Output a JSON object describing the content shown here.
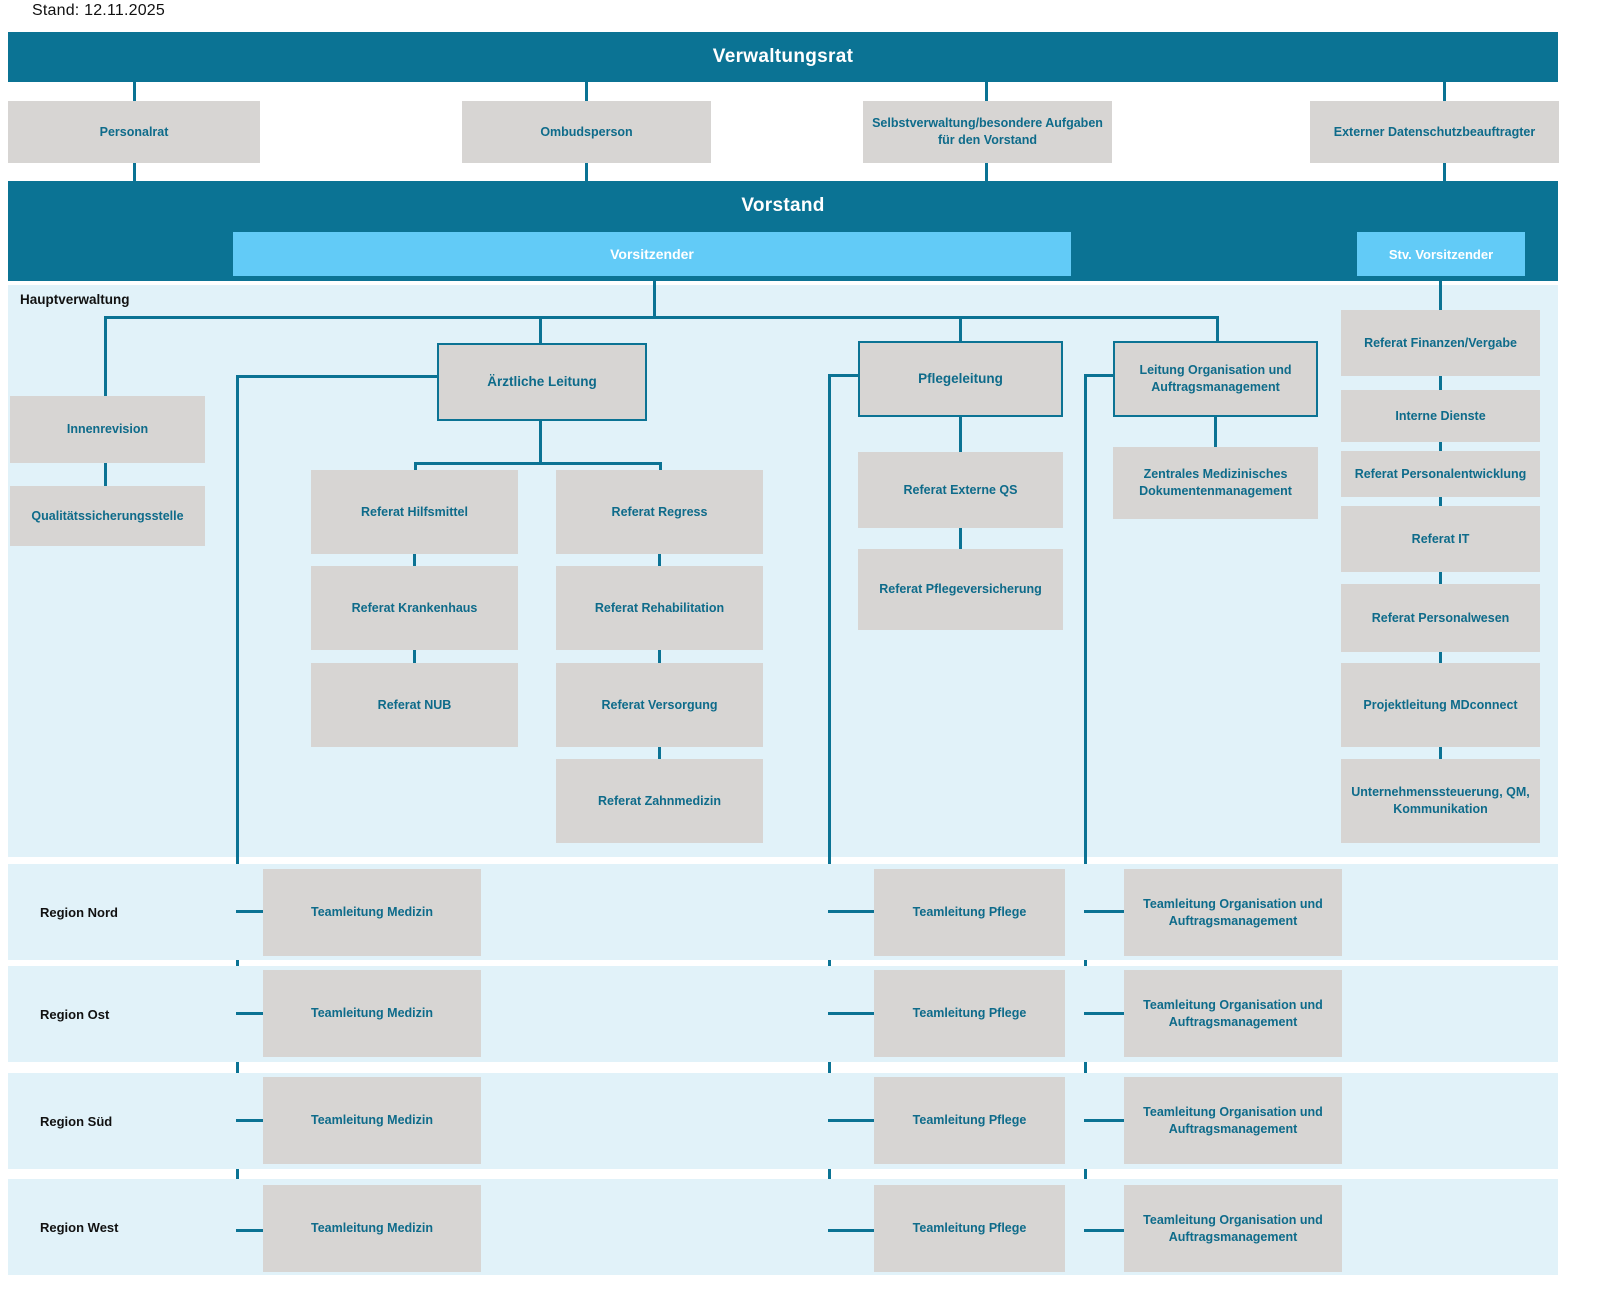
{
  "meta": {
    "stamp": "Stand: 12.11.2025",
    "colors": {
      "teal": "#0b7394",
      "light_blue": "#62cbf7",
      "box_grey": "#d7d5d3",
      "panel_blue": "#e1f2f9",
      "text_teal": "#0e6b8a",
      "text_black": "#111111"
    }
  },
  "banners": {
    "verwaltungsrat": "Verwaltungsrat",
    "vorstand": "Vorstand"
  },
  "board_roles": {
    "vorsitzender": "Vorsitzender",
    "stv_vorsitzender": "Stv. Vorsitzender"
  },
  "council_boxes": [
    {
      "label": "Personalrat"
    },
    {
      "label": "Ombudsperson"
    },
    {
      "label": "Selbstverwaltung/besondere Aufgaben für den Vorstand"
    },
    {
      "label": "Externer Datenschutzbeauftragter"
    }
  ],
  "hauptverwaltung": {
    "label": "Hauptverwaltung",
    "revision_column": [
      {
        "label": "Innenrevision"
      },
      {
        "label": "Qualitätssicherungsstelle"
      }
    ],
    "medizin": {
      "head": "Ärztliche Leitung",
      "column_left": [
        {
          "label": "Referat Hilfsmittel"
        },
        {
          "label": "Referat Krankenhaus"
        },
        {
          "label": "Referat NUB"
        }
      ],
      "column_right": [
        {
          "label": "Referat Regress"
        },
        {
          "label": "Referat Rehabilitation"
        },
        {
          "label": "Referat Versorgung"
        },
        {
          "label": "Referat Zahnmedizin"
        }
      ]
    },
    "pflege": {
      "head": "Pflegeleitung",
      "items": [
        {
          "label": "Referat Externe QS"
        },
        {
          "label": "Referat Pflegeversicherung"
        }
      ]
    },
    "organisation": {
      "head": "Leitung Organisation und Auftragsmanagement",
      "items": [
        {
          "label": "Zentrales Medizinisches Dokumentenmanagement"
        }
      ]
    },
    "stv_column": [
      {
        "label": "Referat Finanzen/Vergabe"
      },
      {
        "label": "Interne Dienste"
      },
      {
        "label": "Referat Personalentwicklung"
      },
      {
        "label": "Referat IT"
      },
      {
        "label": "Referat Personalwesen"
      },
      {
        "label": "Projektleitung MDconnect"
      },
      {
        "label": "Unternehmenssteuerung, QM, Kommunikation"
      }
    ]
  },
  "regions": [
    {
      "name": "Region Nord",
      "medizin": "Teamleitung Medizin",
      "pflege": "Teamleitung Pflege",
      "organisation": "Teamleitung Organisation und Auftragsmanagement"
    },
    {
      "name": "Region Ost",
      "medizin": "Teamleitung Medizin",
      "pflege": "Teamleitung Pflege",
      "organisation": "Teamleitung Organisation und Auftragsmanagement"
    },
    {
      "name": "Region Süd",
      "medizin": "Teamleitung Medizin",
      "pflege": "Teamleitung Pflege",
      "organisation": "Teamleitung Organisation und Auftragsmanagement"
    },
    {
      "name": "Region West",
      "medizin": "Teamleitung Medizin",
      "pflege": "Teamleitung Pflege",
      "organisation": "Teamleitung Organisation und Auftragsmanagement"
    }
  ]
}
